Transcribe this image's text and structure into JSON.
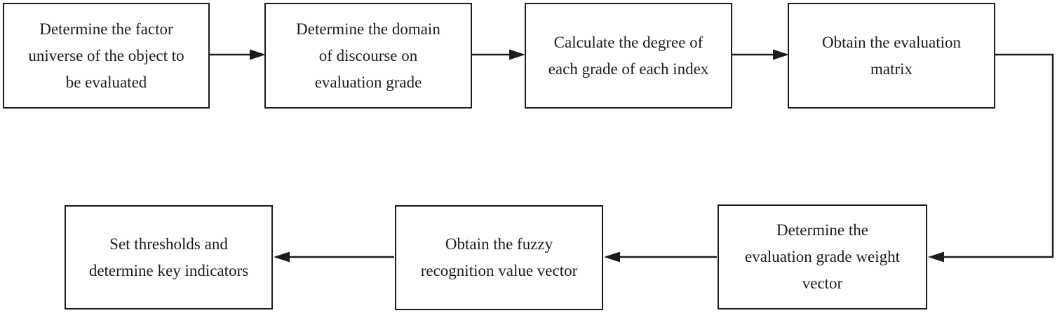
{
  "diagram": {
    "type": "flowchart",
    "colors": {
      "background": "#ffffff",
      "box_border": "#1c1c1c",
      "text": "#1c1c1c",
      "line": "#1c1c1c"
    },
    "boxes": [
      {
        "id": "step-1",
        "label": "Determine the factor\nuniverse of the object to\nbe evaluated"
      },
      {
        "id": "step-2",
        "label": "Determine the domain\nof discourse on\nevaluation grade"
      },
      {
        "id": "step-3",
        "label": "Calculate the degree of\neach grade of each index"
      },
      {
        "id": "step-4",
        "label": "Obtain the evaluation\nmatrix"
      },
      {
        "id": "step-5",
        "label": "Determine the\nevaluation grade weight\nvector"
      },
      {
        "id": "step-6",
        "label": "Obtain the fuzzy\nrecognition value vector"
      },
      {
        "id": "step-7",
        "label": "Set thresholds and\ndetermine key indicators"
      }
    ],
    "arrows": [
      {
        "from": "step-1",
        "to": "step-2",
        "direction": "right"
      },
      {
        "from": "step-2",
        "to": "step-3",
        "direction": "right"
      },
      {
        "from": "step-3",
        "to": "step-4",
        "direction": "right"
      },
      {
        "from": "step-4",
        "to": "step-5",
        "direction": "right-down-left"
      },
      {
        "from": "step-5",
        "to": "step-6",
        "direction": "left"
      },
      {
        "from": "step-6",
        "to": "step-7",
        "direction": "left"
      }
    ]
  }
}
